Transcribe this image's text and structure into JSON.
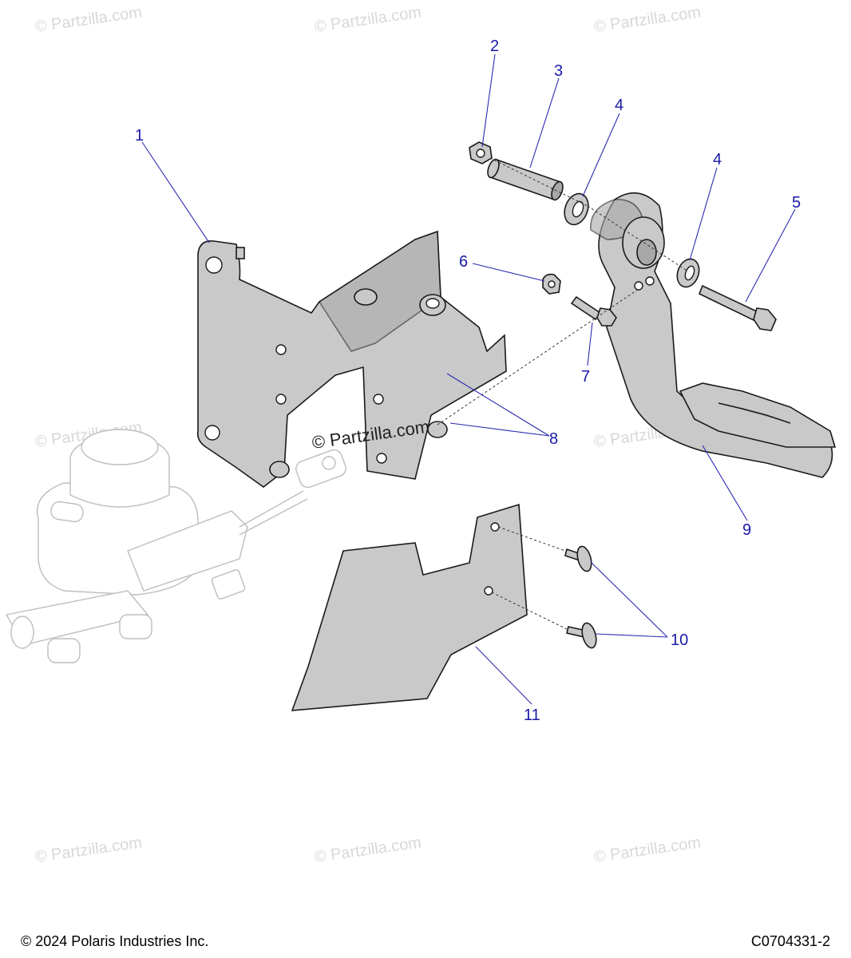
{
  "watermark": {
    "text": "© Partzilla.com",
    "center_text": "© Partzilla.com"
  },
  "callouts": [
    {
      "id": "1",
      "label": "1"
    },
    {
      "id": "2",
      "label": "2"
    },
    {
      "id": "3",
      "label": "3"
    },
    {
      "id": "4a",
      "label": "4"
    },
    {
      "id": "4b",
      "label": "4"
    },
    {
      "id": "5",
      "label": "5"
    },
    {
      "id": "6",
      "label": "6"
    },
    {
      "id": "7",
      "label": "7"
    },
    {
      "id": "8",
      "label": "8"
    },
    {
      "id": "9",
      "label": "9"
    },
    {
      "id": "10",
      "label": "10"
    },
    {
      "id": "11",
      "label": "11"
    }
  ],
  "footer": {
    "copyright": "© 2024 Polaris Industries Inc.",
    "drawing_id": "C0704331-2"
  },
  "colors": {
    "callout": "#1a1aa8",
    "part_fill": "#c9c9c9",
    "ghost_part": "#bdbdbd",
    "watermark": "#d8d8d8"
  }
}
